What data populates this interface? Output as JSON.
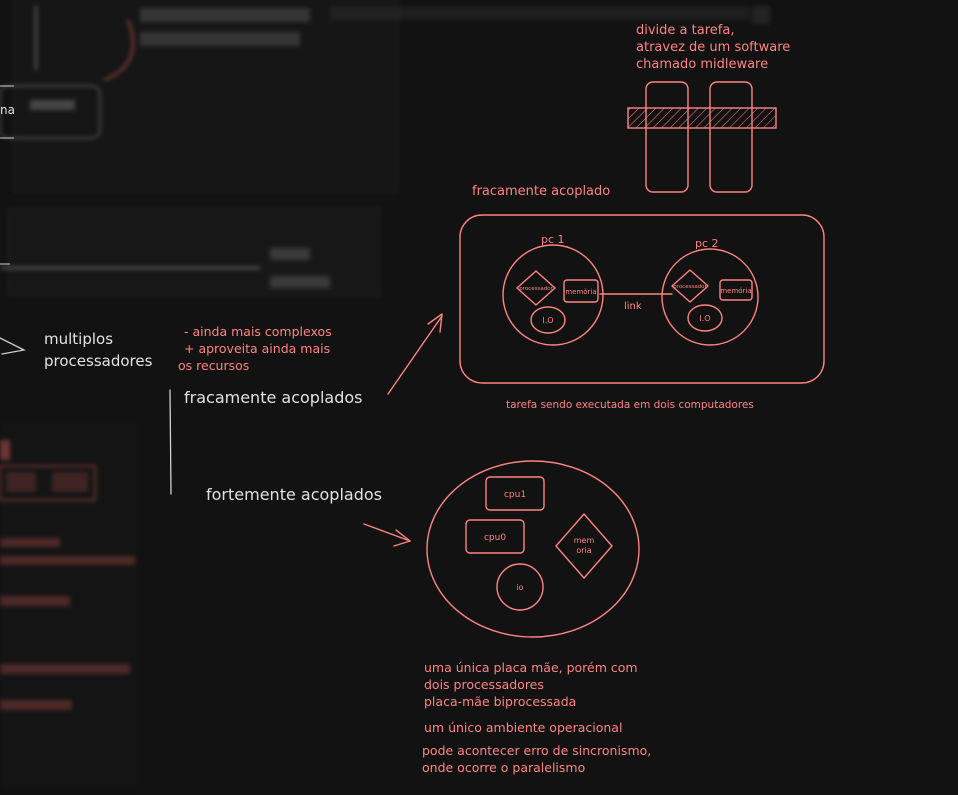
{
  "canvas": {
    "background": "#121212",
    "accent_color": "#ff8383",
    "text_color": "#e2e2e2"
  },
  "left_notes": {
    "multiplos": [
      "multiplos",
      "processadores"
    ],
    "points": [
      "- ainda mais complexos",
      "+ aproveita ainda mais",
      "os recursos"
    ],
    "fracamente_label": "fracamente acoplados",
    "fortemente_label": "fortemente acoplados",
    "partial_left_label": "na"
  },
  "middleware_note": {
    "lines": [
      "divide a tarefa,",
      "atravez de um software",
      "chamado midleware"
    ]
  },
  "loosely_coupled": {
    "title": "fracamente acoplado",
    "pc1": {
      "label": "pc 1",
      "processor": "processador",
      "memory": "memória",
      "io": "I.O"
    },
    "pc2": {
      "label": "pc 2",
      "processor": "processador",
      "memory": "memória",
      "io": "I.O"
    },
    "link_label": "link",
    "caption": "tarefa sendo executada em dois computadores"
  },
  "tightly_coupled": {
    "cpu1": "cpu1",
    "cpu0": "cpu0",
    "memory": [
      "mem",
      "oria"
    ],
    "io": "io",
    "notes": [
      "uma única placa mãe, porém com",
      "dois processadores",
      "placa-mãe biprocessada",
      "um único ambiente operacional",
      "pode acontecer erro de sincronismo,",
      "onde ocorre o paralelismo"
    ]
  }
}
